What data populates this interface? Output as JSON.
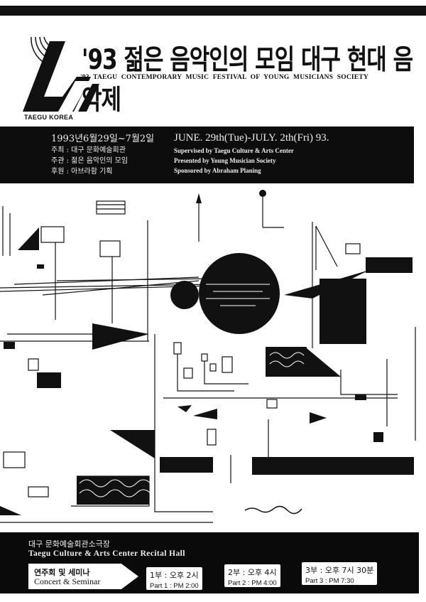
{
  "header": {
    "logo_caption": "TAEGU KOREA",
    "title_ko": "'93 젊은 음악인의 모임 대구 현대 음악제",
    "title_en": "'93 TAEGU CONTEMPORARY MUSIC FESTIVAL OF YOUNG MUSICIANS SOCIETY"
  },
  "info": {
    "date_ko": "1993년6월29일~7월2일",
    "organizer_ko": "주최 : 대구 문화예술회관",
    "host_ko": "주관 : 젊은 음악인의 모임",
    "sponsor_ko": "후원 : 아브라함 기획",
    "date_en": "JUNE. 29th(Tue)-JULY. 2th(Fri) 93.",
    "supervised_en": "Supervised by Taegu Culture & Arts Center",
    "presented_en": "Presented by Young Musician Society",
    "sponsored_en": "Sponsored by Abraham Planing"
  },
  "footer": {
    "venue_ko": "대구 문화예술회관소극장",
    "venue_en": "Taegu Culture & Arts Center Recital Hall",
    "event_ko": "연주회 및 세미나",
    "event_en": "Concert & Seminar",
    "parts": [
      {
        "ko": "1부 : 오후 2시",
        "en": "Part 1 : PM 2:00"
      },
      {
        "ko": "2부 : 오후 4시",
        "en": "Part 2 : PM 4:00"
      },
      {
        "ko": "3부 : 오후 7시 30분",
        "en": "Part 3 : PM 7:30"
      }
    ]
  }
}
